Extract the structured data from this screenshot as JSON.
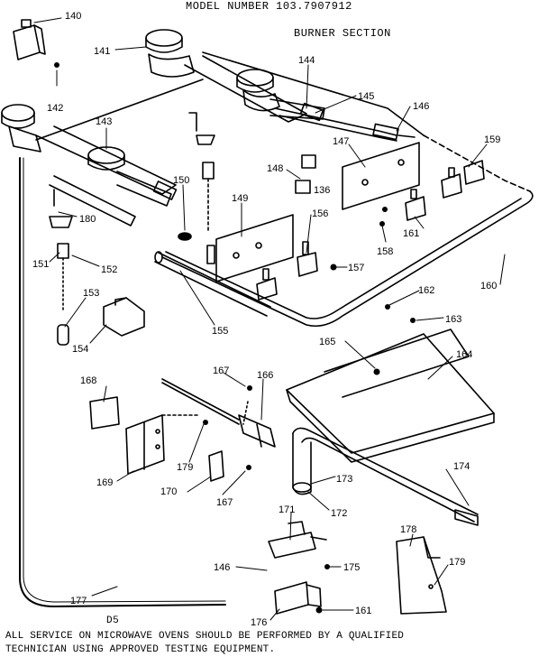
{
  "header": {
    "model": "MODEL NUMBER 103.7907912",
    "section": "BURNER SECTION"
  },
  "footer": {
    "code": "D5",
    "note_line1": "ALL SERVICE ON MICROWAVE OVENS SHOULD BE PERFORMED BY A QUALIFIED",
    "note_line2": "TECHNICIAN USING APPROVED TESTING EQUIPMENT."
  },
  "callouts": {
    "c140": "140",
    "c141": "141",
    "c142": "142",
    "c143": "143",
    "c144": "144",
    "c145": "145",
    "c146a": "146",
    "c146b": "146",
    "c147": "147",
    "c148": "148",
    "c149": "149",
    "c150": "150",
    "c151": "151",
    "c152": "152",
    "c153": "153",
    "c154": "154",
    "c155": "155",
    "c156": "156",
    "c157": "157",
    "c158": "158",
    "c159": "159",
    "c160": "160",
    "c161a": "161",
    "c161b": "161",
    "c162": "162",
    "c163": "163",
    "c164": "164",
    "c165": "165",
    "c166": "166",
    "c167a": "167",
    "c167b": "167",
    "c168": "168",
    "c169": "169",
    "c170": "170",
    "c171": "171",
    "c172": "172",
    "c173": "173",
    "c174": "174",
    "c175": "175",
    "c176": "176",
    "c177": "177",
    "c178": "178",
    "c179a": "179",
    "c179b": "179",
    "c180": "180",
    "c136": "136"
  }
}
